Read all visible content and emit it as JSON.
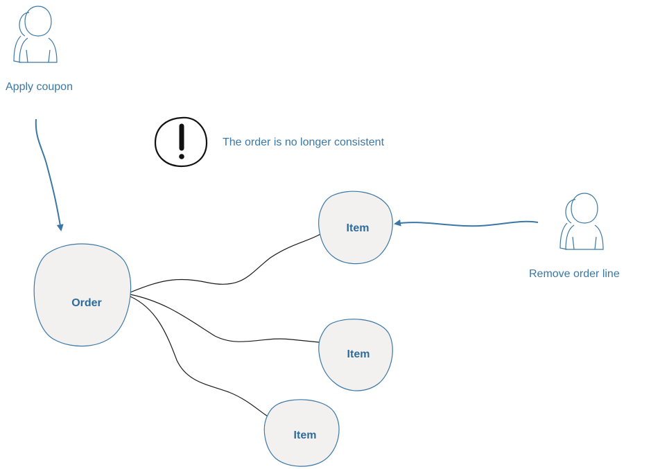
{
  "actors": {
    "apply_coupon": {
      "label": "Apply coupon",
      "icon": "user-icon"
    },
    "remove_order_line": {
      "label": "Remove order line",
      "icon": "user-icon"
    }
  },
  "warning": {
    "icon": "exclamation-icon",
    "text": "The order is no longer consistent"
  },
  "nodes": {
    "order": {
      "label": "Order"
    },
    "items": [
      {
        "label": "Item"
      },
      {
        "label": "Item"
      },
      {
        "label": "Item"
      }
    ]
  },
  "colors": {
    "accent": "#3a77a6",
    "node_fill": "#f2f1f0",
    "node_stroke": "#3a77a6",
    "connector": "#1a1a1a"
  }
}
